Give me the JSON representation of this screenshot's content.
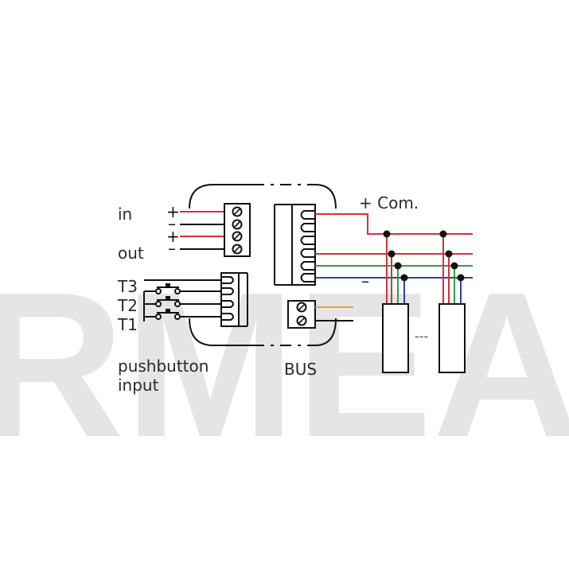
{
  "watermark": "RMEA",
  "labels": {
    "in": "in",
    "out": "out",
    "plus": "+",
    "minus": "–",
    "t3": "T3",
    "t2": "T2",
    "t1": "T1",
    "pushbutton_line1": "pushbutton",
    "pushbutton_line2": "input",
    "bus": "BUS",
    "com": "+ Com.",
    "bus_minus": "–",
    "ellipsis": "---"
  },
  "colors": {
    "red": "#d8303a",
    "green": "#2e9e46",
    "blue": "#2a44a6",
    "orange": "#e8a040",
    "black": "#111111",
    "watermark": "#e5e5e5"
  }
}
